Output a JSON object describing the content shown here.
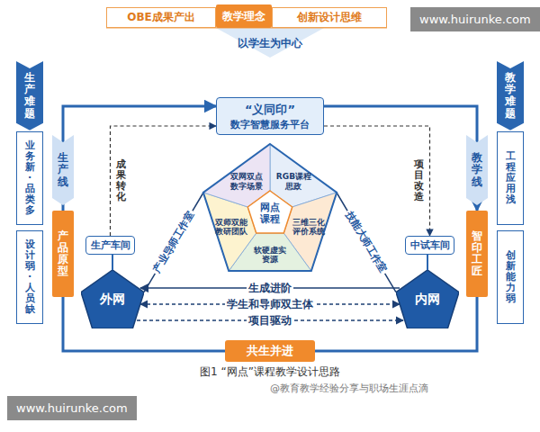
{
  "diagram": {
    "caption": "图1 “网点”课程教学设计思路",
    "nodes": [
      {
        "text": [
          "OBE成果产出"
        ]
      },
      {
        "text": [
          "教学理念"
        ]
      },
      {
        "text": [
          "创新设计思维"
        ]
      },
      {
        "text": [
          "生产难题"
        ]
      },
      {
        "text": [
          "业务新 · 品类多"
        ]
      },
      {
        "text": [
          "设计弱 · 人员缺"
        ]
      },
      {
        "text": [
          "生产线"
        ]
      },
      {
        "text": [
          "产品原型"
        ]
      },
      {
        "text": [
          "教学难题"
        ]
      },
      {
        "text": [
          "工程应用浅"
        ]
      },
      {
        "text": [
          "创新能力弱"
        ]
      },
      {
        "text": [
          "教学线"
        ]
      },
      {
        "text": [
          "智印工匠"
        ]
      },
      {
        "text": [
          "“义同印”",
          "数字智慧服务平台"
        ]
      },
      {
        "text": [
          "生产车间"
        ]
      },
      {
        "text": [
          "中试车间"
        ]
      },
      {
        "text": [
          "网点课程"
        ]
      },
      {
        "text": [
          "双网双点数字场景"
        ],
        "in": 16
      },
      {
        "text": [
          "RGB课程思政"
        ],
        "in": 16
      },
      {
        "text": [
          "三维三化评价系统"
        ],
        "in": 16
      },
      {
        "text": [
          "软硬虚实资源"
        ],
        "in": 16
      },
      {
        "text": [
          "双师双能教研团队"
        ],
        "in": 16
      },
      {
        "text": [
          "外网"
        ]
      },
      {
        "text": [
          "内网"
        ]
      },
      {
        "text": [
          "共生并进"
        ]
      }
    ],
    "edges": [
      {
        "from": 14,
        "to": 13,
        "label": "成果转化",
        "arrow": "to"
      },
      {
        "from": 13,
        "to": 15,
        "label": "项目改造",
        "arrow": "to"
      },
      {
        "from": 14,
        "to": 22,
        "arrow": "none"
      },
      {
        "from": 15,
        "to": 23,
        "arrow": "none"
      },
      {
        "from": 16,
        "to": 22,
        "label": "产业导师工作室",
        "arrow": "none"
      },
      {
        "from": 16,
        "to": 23,
        "label": "技能大师工作室",
        "arrow": "none"
      },
      {
        "from": 23,
        "to": 22,
        "label": "生成进阶",
        "arrow": "to"
      },
      {
        "from": 22,
        "to": 23,
        "label": "学生和导师双主体",
        "arrow": "both"
      },
      {
        "from": 22,
        "to": 23,
        "label": "项目驱动",
        "arrow": "to"
      },
      {
        "from": 7,
        "to": 13,
        "arrow": "to"
      },
      {
        "from": 13,
        "to": 12,
        "arrow": "to"
      },
      {
        "from": 7,
        "to": 24,
        "arrow": "none"
      },
      {
        "from": 12,
        "to": 24,
        "arrow": "none"
      }
    ],
    "labels": [
      "以学生为中心",
      "www.huirunke.com",
      "www.huirunke.com",
      "@教育教学经验分享与职场生涯点滴"
    ]
  }
}
